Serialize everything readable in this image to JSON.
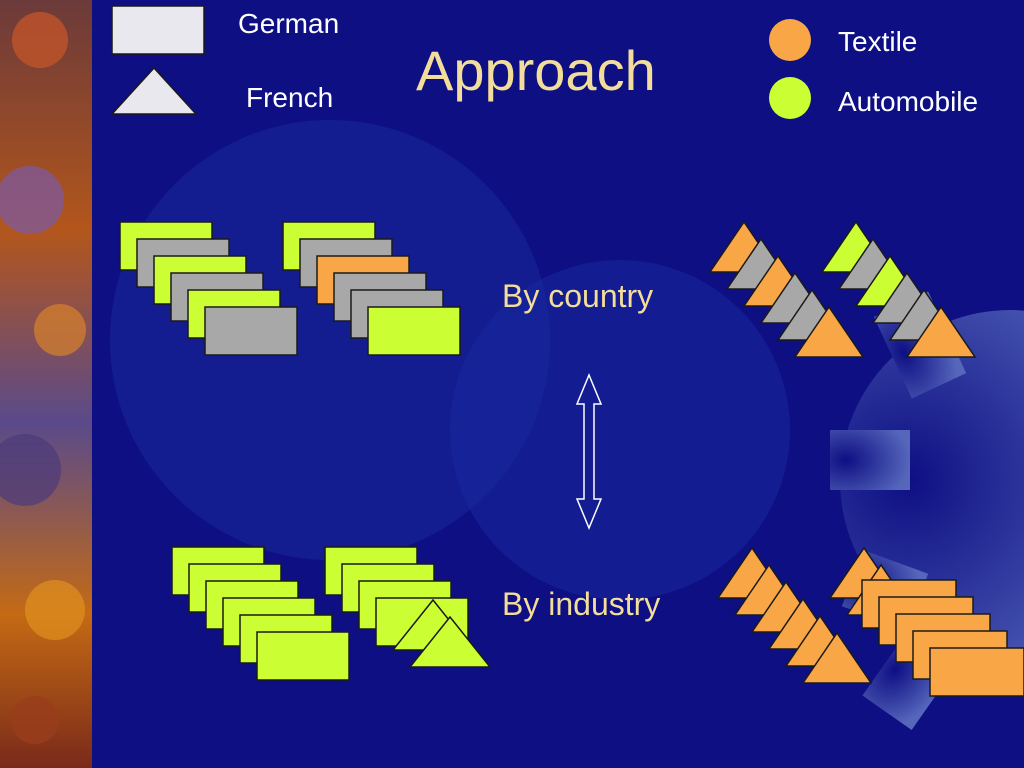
{
  "title": "Approach",
  "legend": {
    "country": [
      {
        "label": "German",
        "shape": "rectangle"
      },
      {
        "label": "French",
        "shape": "triangle"
      }
    ],
    "industry": [
      {
        "label": "Textile",
        "color": "#f9a647"
      },
      {
        "label": "Automobile",
        "color": "#ccff33"
      }
    ]
  },
  "labels": {
    "by_country": "By country",
    "by_industry": "By industry"
  },
  "colors": {
    "background": "#0d0f83",
    "title": "#f3dd9a",
    "textile": "#f9a647",
    "automobile": "#ccff33",
    "unsorted": "#a8a8a8",
    "legend_shape": "#e8e8ee"
  },
  "groups": {
    "by_country": {
      "german_stacks": [
        [
          "automobile",
          "unsorted",
          "automobile",
          "unsorted",
          "automobile",
          "unsorted"
        ],
        [
          "automobile",
          "unsorted",
          "textile",
          "unsorted",
          "unsorted",
          "automobile"
        ]
      ],
      "french_stacks": [
        [
          "textile",
          "unsorted",
          "textile",
          "unsorted",
          "unsorted",
          "textile"
        ],
        [
          "automobile",
          "unsorted",
          "automobile",
          "unsorted",
          "unsorted",
          "textile"
        ]
      ]
    },
    "by_industry": {
      "automobile_stack": {
        "rectangles": [
          "automobile",
          "automobile",
          "automobile",
          "automobile",
          "automobile",
          "automobile"
        ],
        "mixed": [
          "rect",
          "rect",
          "rect",
          "rect",
          "tri",
          "tri"
        ]
      },
      "textile_stack": {
        "triangles": [
          "textile",
          "textile",
          "textile",
          "textile",
          "textile",
          "textile"
        ],
        "mixed": [
          "tri",
          "tri",
          "rect",
          "rect",
          "rect",
          "rect",
          "rect"
        ]
      }
    }
  }
}
